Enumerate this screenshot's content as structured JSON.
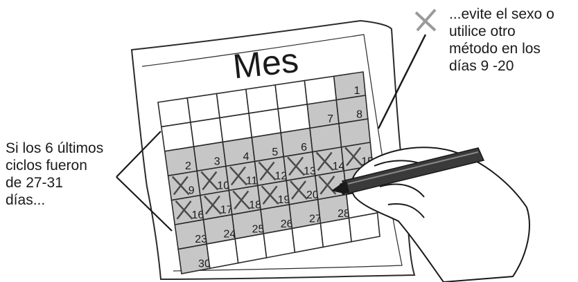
{
  "calendar": {
    "title": "Mes",
    "cells": [
      {
        "label": "",
        "shaded": false,
        "crossed": false
      },
      {
        "label": "",
        "shaded": false,
        "crossed": false
      },
      {
        "label": "",
        "shaded": false,
        "crossed": false
      },
      {
        "label": "",
        "shaded": false,
        "crossed": false
      },
      {
        "label": "",
        "shaded": false,
        "crossed": false
      },
      {
        "label": "",
        "shaded": false,
        "crossed": false
      },
      {
        "label": "1",
        "shaded": true,
        "crossed": false
      },
      {
        "label": "",
        "shaded": false,
        "crossed": false
      },
      {
        "label": "",
        "shaded": false,
        "crossed": false
      },
      {
        "label": "",
        "shaded": false,
        "crossed": false
      },
      {
        "label": "",
        "shaded": false,
        "crossed": false
      },
      {
        "label": "",
        "shaded": false,
        "crossed": false
      },
      {
        "label": "7",
        "shaded": true,
        "crossed": false
      },
      {
        "label": "8",
        "shaded": true,
        "crossed": false
      },
      {
        "label": "2",
        "shaded": true,
        "crossed": false
      },
      {
        "label": "3",
        "shaded": true,
        "crossed": false
      },
      {
        "label": "4",
        "shaded": true,
        "crossed": false
      },
      {
        "label": "5",
        "shaded": true,
        "crossed": false
      },
      {
        "label": "6",
        "shaded": true,
        "crossed": false
      },
      {
        "label": "",
        "shaded": true,
        "crossed": false
      },
      {
        "label": "",
        "shaded": true,
        "crossed": false
      },
      {
        "label": "9",
        "shaded": true,
        "crossed": true
      },
      {
        "label": "10",
        "shaded": true,
        "crossed": true
      },
      {
        "label": "11",
        "shaded": true,
        "crossed": true
      },
      {
        "label": "12",
        "shaded": true,
        "crossed": true
      },
      {
        "label": "13",
        "shaded": true,
        "crossed": true
      },
      {
        "label": "14",
        "shaded": true,
        "crossed": true
      },
      {
        "label": "15",
        "shaded": true,
        "crossed": true
      },
      {
        "label": "16",
        "shaded": true,
        "crossed": true
      },
      {
        "label": "17",
        "shaded": true,
        "crossed": true
      },
      {
        "label": "18",
        "shaded": true,
        "crossed": true
      },
      {
        "label": "19",
        "shaded": true,
        "crossed": true
      },
      {
        "label": "20",
        "shaded": true,
        "crossed": true
      },
      {
        "label": "",
        "shaded": true,
        "crossed": true
      },
      {
        "label": "",
        "shaded": true,
        "crossed": false
      },
      {
        "label": "23",
        "shaded": true,
        "crossed": false
      },
      {
        "label": "24",
        "shaded": true,
        "crossed": false
      },
      {
        "label": "25",
        "shaded": true,
        "crossed": false
      },
      {
        "label": "26",
        "shaded": true,
        "crossed": false
      },
      {
        "label": "27",
        "shaded": true,
        "crossed": false
      },
      {
        "label": "28",
        "shaded": true,
        "crossed": false
      },
      {
        "label": "",
        "shaded": false,
        "crossed": false
      },
      {
        "label": "30",
        "shaded": true,
        "crossed": false
      },
      {
        "label": "",
        "shaded": false,
        "crossed": false
      },
      {
        "label": "",
        "shaded": false,
        "crossed": false
      },
      {
        "label": "",
        "shaded": false,
        "crossed": false
      },
      {
        "label": "",
        "shaded": false,
        "crossed": false
      },
      {
        "label": "",
        "shaded": false,
        "crossed": false
      },
      {
        "label": "",
        "shaded": false,
        "crossed": false
      }
    ]
  },
  "left_note": {
    "lines": [
      "Si los 6 últimos",
      "ciclos fueron",
      "de 27-31",
      "días..."
    ]
  },
  "right_note": {
    "lines": [
      "...evite el sexo o",
      "utilice otro",
      "método en los",
      "días 9 -20"
    ]
  },
  "colors": {
    "shade": "#c6c6c6",
    "line": "#2a2a2a",
    "cross_gray": "#9a9a9a",
    "text": "#1a1a1a"
  },
  "icons": [
    "cross-mark-icon",
    "pen-icon",
    "hand-icon"
  ]
}
